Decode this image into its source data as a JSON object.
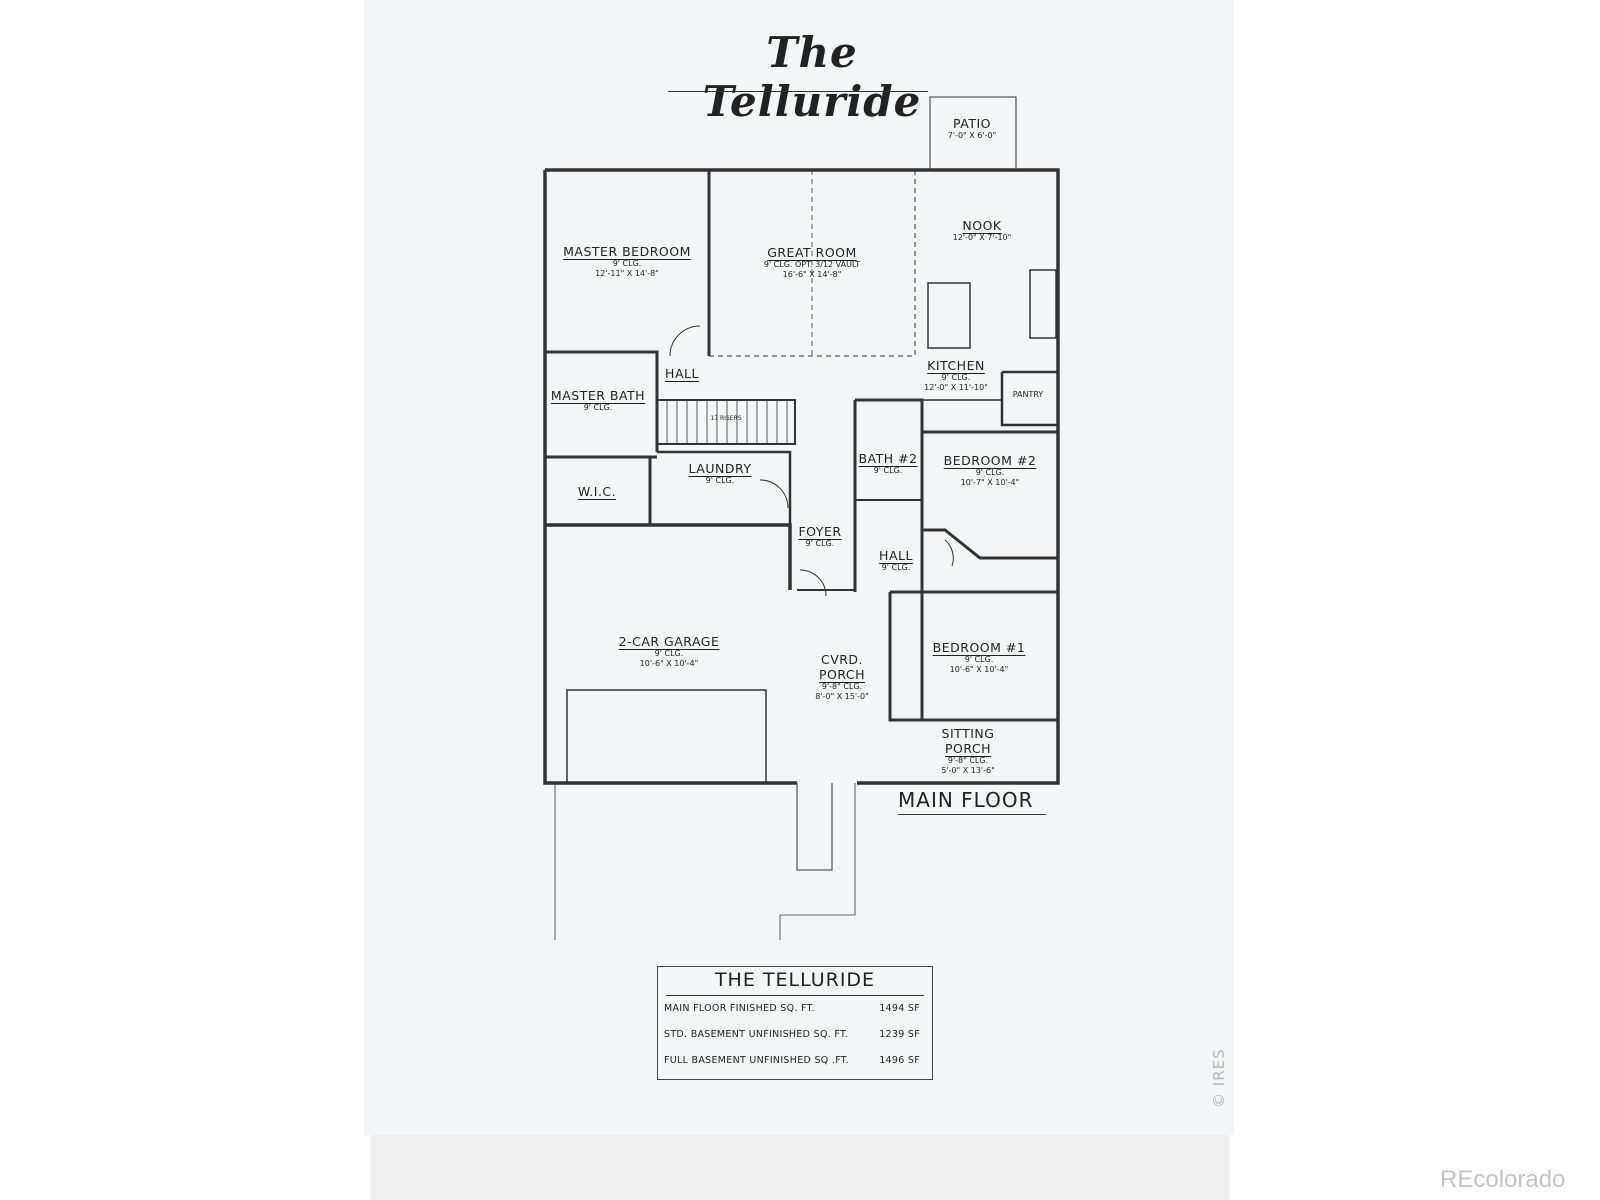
{
  "title": "The Telluride",
  "rooms": {
    "patio": {
      "name": "PATIO",
      "dims": "7'-0\" X 6'-0\""
    },
    "master_bedroom": {
      "name": "MASTER BEDROOM",
      "clg": "9' CLG.",
      "dims": "12'-11\" X 14'-8\""
    },
    "great_room": {
      "name": "GREAT ROOM",
      "clg": "9' CLG. OPT. 3/12 VAULT",
      "dims": "16'-6\" X 14'-8\""
    },
    "nook": {
      "name": "NOOK",
      "dims": "12'-0\" X 7'-10\""
    },
    "kitchen": {
      "name": "KITCHEN",
      "clg": "9' CLG.",
      "dims": "12'-0\" X 11'-10\""
    },
    "pantry": {
      "name": "PANTRY"
    },
    "hall_upper": {
      "name": "HALL"
    },
    "master_bath": {
      "name": "MASTER BATH",
      "clg": "9' CLG."
    },
    "wic": {
      "name": "W.I.C."
    },
    "laundry": {
      "name": "LAUNDRY",
      "clg": "9' CLG."
    },
    "bath2": {
      "name": "BATH #2",
      "clg": "9' CLG."
    },
    "bedroom2": {
      "name": "BEDROOM #2",
      "clg": "9' CLG.",
      "dims": "10'-7\" X 10'-4\""
    },
    "foyer": {
      "name": "FOYER",
      "clg": "9' CLG."
    },
    "hall_lower": {
      "name": "HALL",
      "clg": "9' CLG."
    },
    "garage": {
      "name": "2-CAR GARAGE",
      "clg": "9' CLG.",
      "dims": "10'-6\" X 10'-4\""
    },
    "cvrd_porch": {
      "name1": "CVRD.",
      "name2": "PORCH",
      "clg": "9'-8\" CLG.",
      "dims": "8'-0\" X 15'-0\""
    },
    "bedroom1": {
      "name": "BEDROOM #1",
      "clg": "9' CLG.",
      "dims": "10'-6\" X 10'-4\""
    },
    "sitting_porch": {
      "name1": "SITTING",
      "name2": "PORCH",
      "clg": "9'-8\" CLG.",
      "dims": "5'-0\" X 13'-6\""
    }
  },
  "stair_note": "17 RISERS",
  "main_floor_label": "MAIN FLOOR",
  "summary": {
    "title": "THE TELLURIDE",
    "rows": [
      {
        "label": "MAIN FLOOR FINISHED SQ. FT.",
        "value": "1494 SF"
      },
      {
        "label": "STD. BASEMENT UNFINISHED SQ. FT.",
        "value": "1239 SF"
      },
      {
        "label": "FULL BASEMENT UNFINISHED SQ .FT.",
        "value": "1496 SF"
      }
    ]
  },
  "watermark_ires": "© IRES",
  "watermark_recolorado": "REcolorado"
}
